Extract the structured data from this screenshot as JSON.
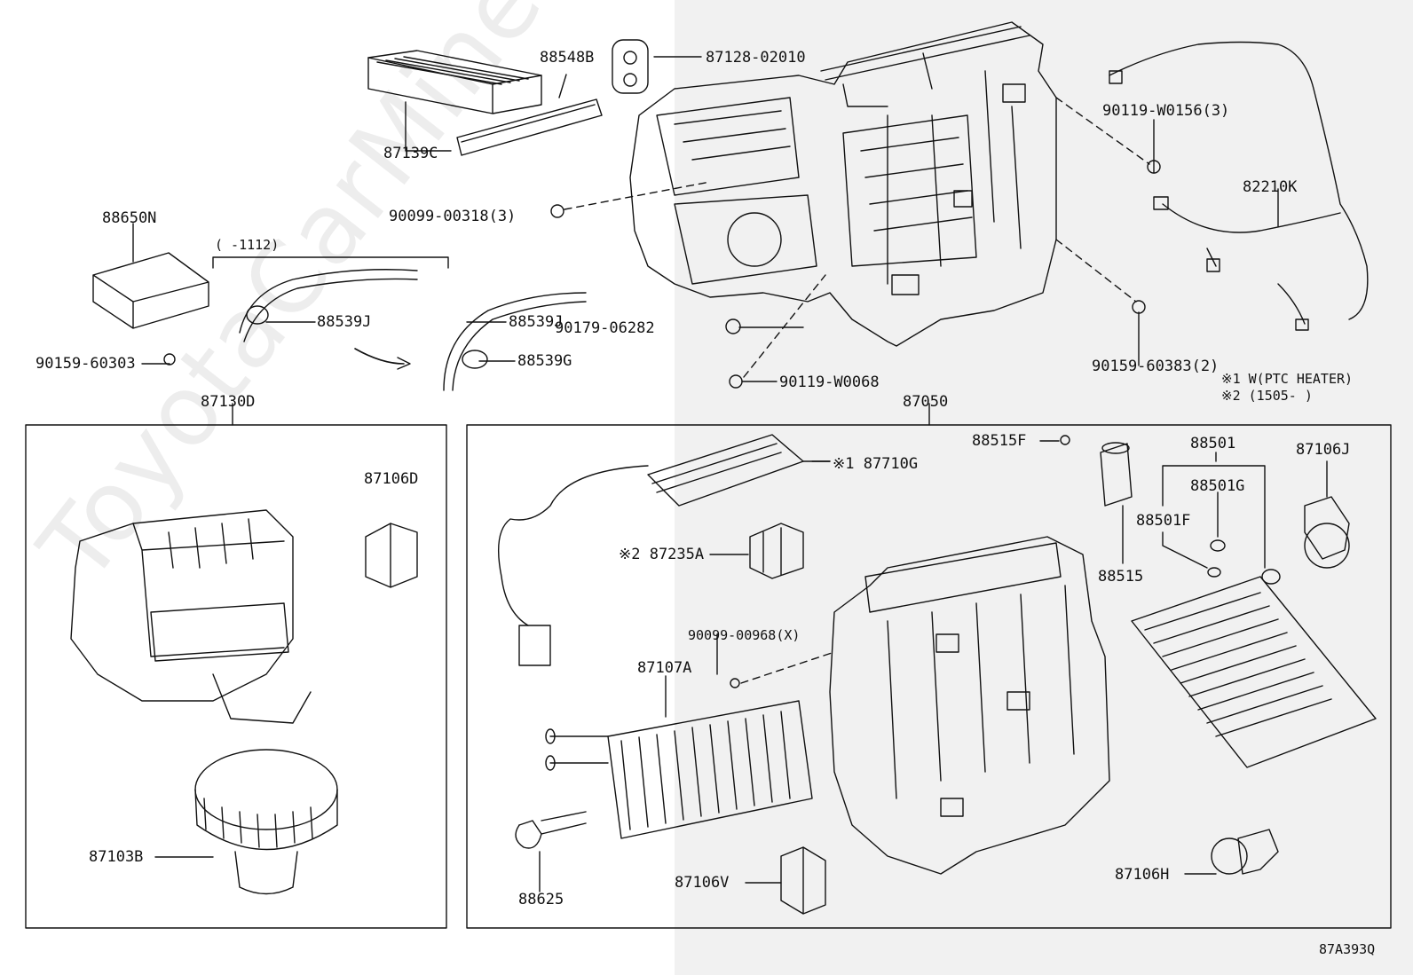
{
  "watermark": "ToyotaCarMine.ru",
  "diagram_code": "87A393Q",
  "notes": {
    "note1": "※1 W(PTC HEATER)",
    "note2": "※2 (1505-        )",
    "range_bracket": "(      -1112)"
  },
  "groups": {
    "left": "87130D",
    "right": "87050"
  },
  "labels": {
    "p88548B": "88548B",
    "p87128": "87128-02010",
    "p87139C": "87139C",
    "p90119w0156": "90119-W0156(3)",
    "p82210K": "82210K",
    "p88650N": "88650N",
    "p90099_318": "90099-00318(3)",
    "p88539J_a": "88539J",
    "p88539J_b": "88539J",
    "p88539G": "88539G",
    "p90179": "90179-06282",
    "p90159_60303": "90159-60303",
    "p90119w0068": "90119-W0068",
    "p90159_60383": "90159-60383(2)",
    "p87106D": "87106D",
    "p87103B": "87103B",
    "p88515F": "88515F",
    "p88501": "88501",
    "p87106J": "87106J",
    "p87710G": "※1 87710G",
    "p88501G": "88501G",
    "p87235A": "※2 87235A",
    "p88501F": "88501F",
    "p88515": "88515",
    "p90099_968": "90099-00968(X)",
    "p87107A": "87107A",
    "p88625": "88625",
    "p87106V": "87106V",
    "p87106H": "87106H"
  }
}
